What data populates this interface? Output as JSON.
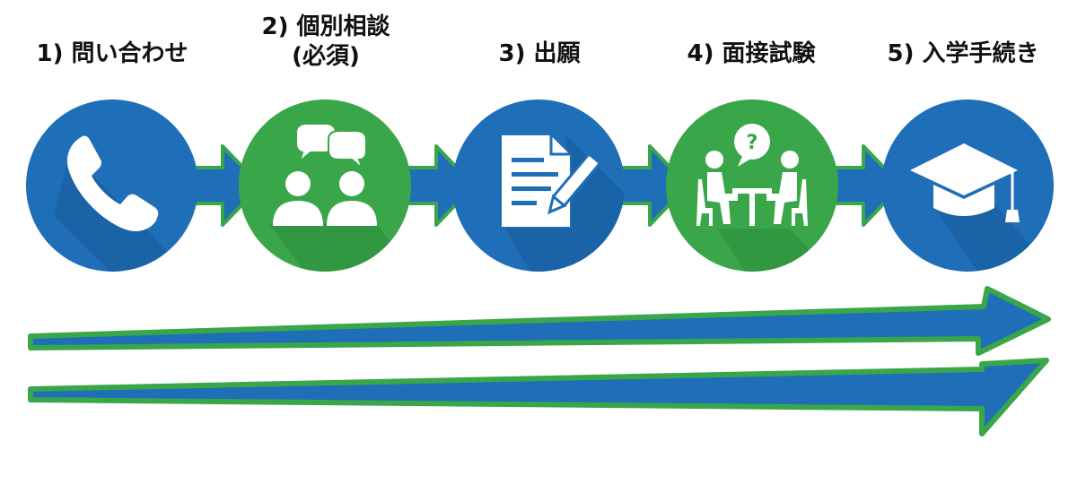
{
  "steps": [
    {
      "label": "1) 問い合わせ",
      "label_line2": "",
      "icon": "phone-icon",
      "color": "#1f6fb8"
    },
    {
      "label": "2) 個別相談",
      "label_line2": "(必須)",
      "icon": "consultation-icon",
      "color": "#3aa64a"
    },
    {
      "label": "3) 出願",
      "label_line2": "",
      "icon": "application-document-icon",
      "color": "#1f6fb8"
    },
    {
      "label": "4) 面接試験",
      "label_line2": "",
      "icon": "interview-icon",
      "color": "#3aa64a"
    },
    {
      "label": "5) 入学手続き",
      "label_line2": "",
      "icon": "graduation-cap-icon",
      "color": "#1f6fb8"
    }
  ],
  "colors": {
    "blue": "#1f6fb8",
    "green": "#3aa64a",
    "shadow": "#165a98"
  }
}
